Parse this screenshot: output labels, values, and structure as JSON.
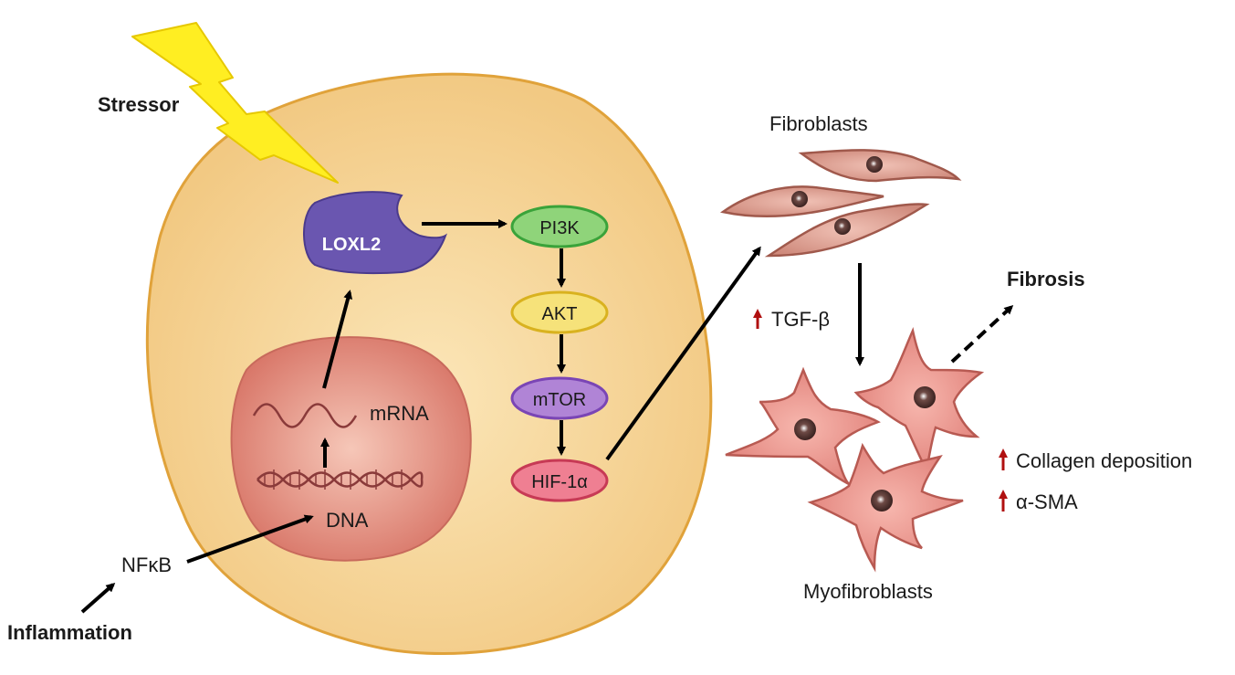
{
  "labels": {
    "stressor": "Stressor",
    "inflammation": "Inflammation",
    "nfkb": "NFκB",
    "dna": "DNA",
    "mrna": "mRNA",
    "loxl2": "LOXL2",
    "fibroblasts": "Fibroblasts",
    "myofibroblasts": "Myofibroblasts",
    "fibrosis": "Fibrosis",
    "tgf_beta": "TGF-β",
    "collagen": "Collagen deposition",
    "asma": "α-SMA"
  },
  "pathway": [
    {
      "label": "PI3K",
      "fill": "#8fd47a",
      "stroke": "#3aa33a"
    },
    {
      "label": "AKT",
      "fill": "#f6e27a",
      "stroke": "#d9b21f"
    },
    {
      "label": "mTOR",
      "fill": "#b084d6",
      "stroke": "#7a45b5"
    },
    {
      "label": "HIF-1α",
      "fill": "#ef7f92",
      "stroke": "#c73a55"
    }
  ],
  "colors": {
    "cell_fill": "#f6d79a",
    "cell_stroke": "#e0a23a",
    "nucleus": "#e8998a",
    "loxl2": "#6a56b0",
    "fibroblast": "#d99a8e",
    "myofibroblast": "#e8928c",
    "up_arrow": "#b01010",
    "lightning": "#ffee22"
  }
}
